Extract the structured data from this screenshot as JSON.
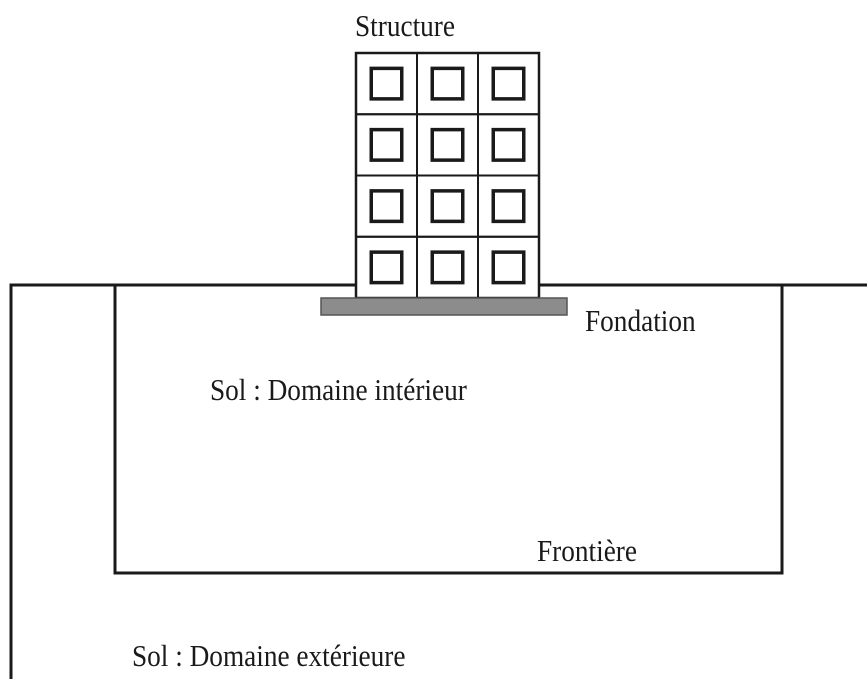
{
  "labels": {
    "structure": "Structure",
    "foundation": "Fondation",
    "interior_domain": "Sol : Domaine intérieur",
    "boundary": "Frontière",
    "exterior_domain": "Sol : Domaine extérieure"
  },
  "building": {
    "floors": 4,
    "columns": 3
  },
  "colors": {
    "line": "#1a1a1a",
    "foundation_fill": "#8c8c8c",
    "background": "#ffffff"
  }
}
